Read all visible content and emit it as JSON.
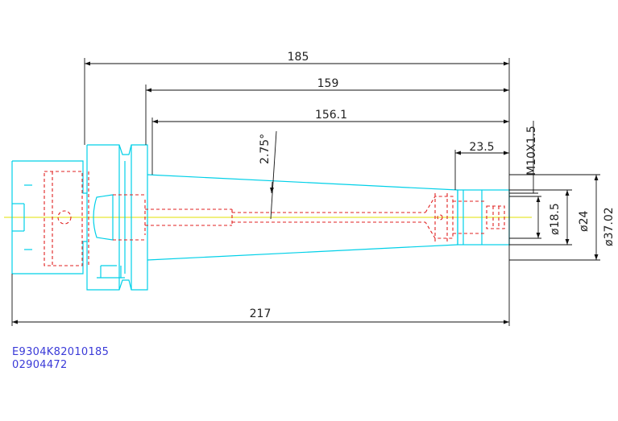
{
  "drawing": {
    "dimensions": {
      "length_185": "185",
      "length_159": "159",
      "length_156_1": "156.1",
      "length_23_5": "23.5",
      "length_217": "217",
      "taper_angle": "2.75°",
      "thread": "M10X1.5",
      "dia_18_5": "ø18.5",
      "dia_24": "ø24",
      "dia_37_02": "ø37.02"
    },
    "colors": {
      "outline": "#00d0e8",
      "hidden": "#e02020",
      "centerline": "#e0e000",
      "dimension": "#111111",
      "code_text": "#3a3ad8"
    }
  },
  "codes": {
    "part_number": "E9304K82010185",
    "serial": "02904472"
  }
}
